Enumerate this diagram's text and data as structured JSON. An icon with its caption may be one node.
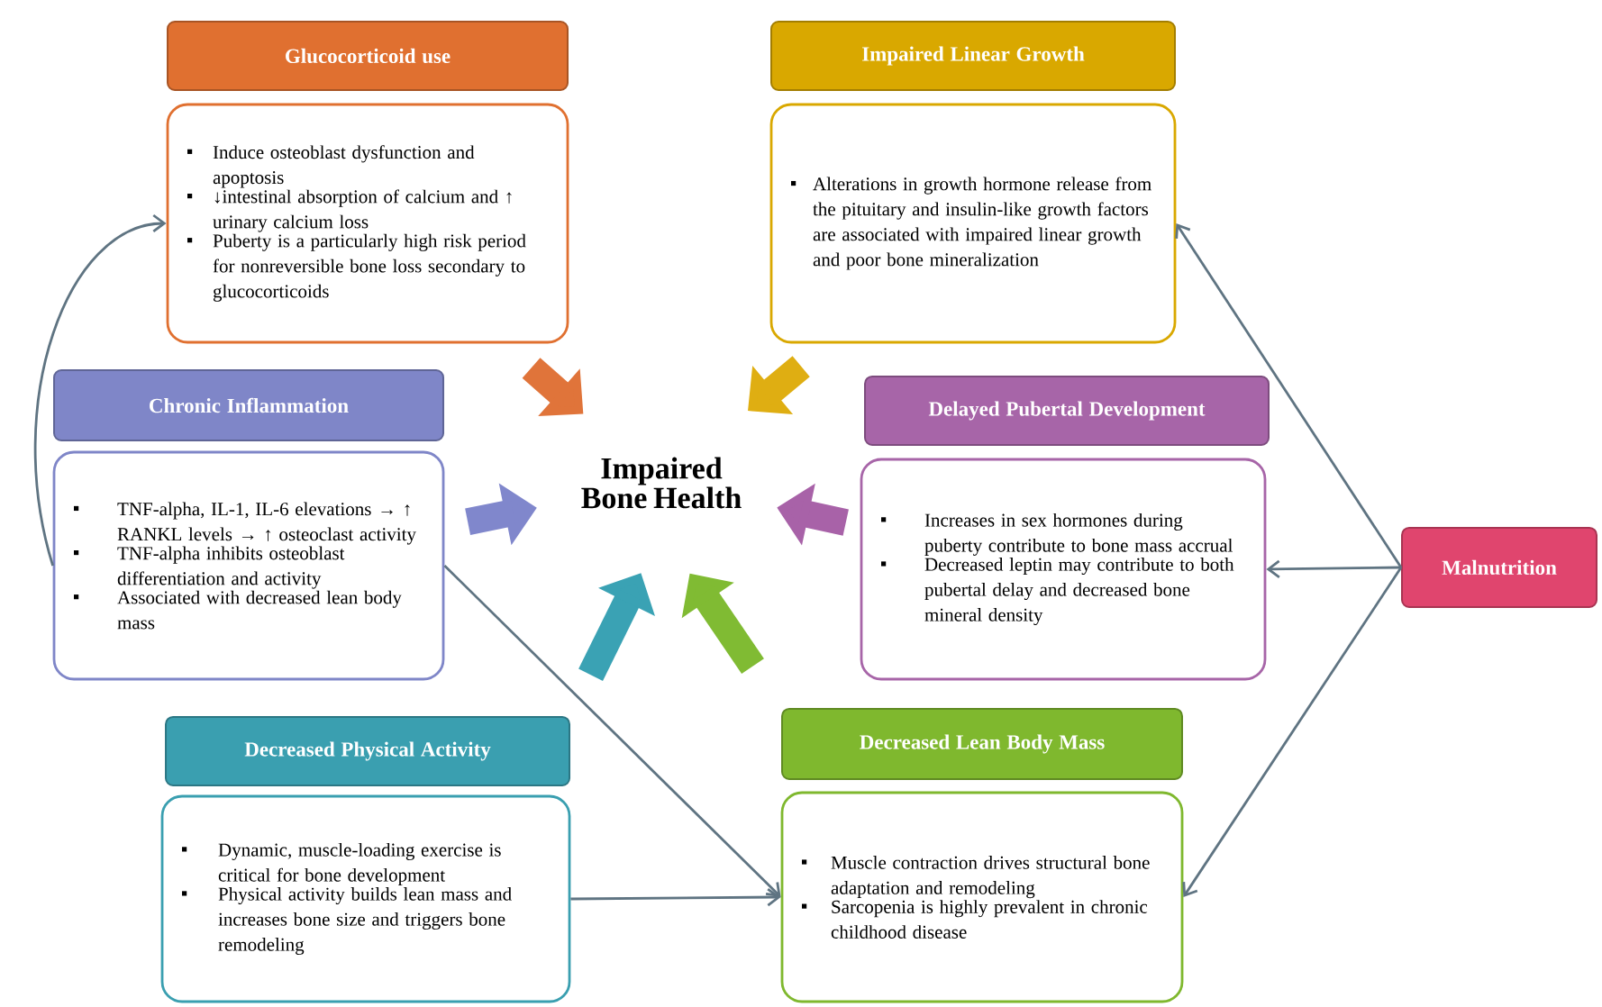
{
  "diagram": {
    "nodes": [
      {
        "text": [
          "Glucocorticoid use"
        ]
      },
      {
        "text": [
          "Induce osteoblast dysfunction and apoptosis",
          "↓intestinal absorption of calcium and ↑ urinary calcium loss",
          "Puberty is a particularly high risk period for nonreversible bone loss secondary to glucocorticoids"
        ]
      },
      {
        "text": [
          "Impaired Linear Growth"
        ]
      },
      {
        "text": [
          "Alterations in growth hormone release from the pituitary and insulin-like growth factors are associated with impaired linear growth and poor bone mineralization"
        ]
      },
      {
        "text": [
          "Chronic Inflammation"
        ]
      },
      {
        "text": [
          "TNF-alpha, IL-1, IL-6 elevations → ↑ RANKL levels → ↑ osteoclast activity",
          "TNF-alpha inhibits osteoblast differentiation and activity",
          "Associated with decreased lean body mass"
        ]
      },
      {
        "text": [
          "Impaired Bone Health"
        ]
      },
      {
        "text": [
          "Delayed Pubertal Development"
        ]
      },
      {
        "text": [
          "Increases in sex hormones during puberty contribute to bone mass accrual",
          "Decreased leptin may contribute to both pubertal delay and decreased bone mineral density"
        ]
      },
      {
        "text": [
          "Malnutrition"
        ]
      },
      {
        "text": [
          "Decreased Physical Activity"
        ]
      },
      {
        "text": [
          "Dynamic, muscle-loading exercise is critical for bone development",
          "Physical activity builds lean mass and increases bone size and triggers bone remodeling"
        ]
      },
      {
        "text": [
          "Decreased Lean Body Mass"
        ]
      },
      {
        "text": [
          "Muscle contraction drives structural bone adaptation and remodeling",
          "Sarcopenia is highly prevalent in chronic childhood disease"
        ]
      }
    ],
    "edges": [
      {
        "from": 1,
        "to": 6,
        "arrow": "to",
        "style": "thick",
        "color": "#e0743a"
      },
      {
        "from": 3,
        "to": 6,
        "arrow": "to",
        "style": "thick",
        "color": "#dfae12"
      },
      {
        "from": 5,
        "to": 6,
        "arrow": "to",
        "style": "thick",
        "color": "#8087cc"
      },
      {
        "from": 8,
        "to": 6,
        "arrow": "to",
        "style": "thick",
        "color": "#a862a8"
      },
      {
        "from": 10,
        "to": 6,
        "arrow": "to",
        "style": "thick",
        "color": "#3aa2b4"
      },
      {
        "from": 12,
        "to": 6,
        "arrow": "to",
        "style": "thick",
        "color": "#80bb33"
      },
      {
        "from": 5,
        "to": 1,
        "arrow": "to"
      },
      {
        "from": 5,
        "to": 13,
        "arrow": "to"
      },
      {
        "from": 11,
        "to": 13,
        "arrow": "to"
      },
      {
        "from": 9,
        "to": 3,
        "arrow": "to"
      },
      {
        "from": 9,
        "to": 8,
        "arrow": "to"
      },
      {
        "from": 9,
        "to": 13,
        "arrow": "to"
      }
    ]
  }
}
